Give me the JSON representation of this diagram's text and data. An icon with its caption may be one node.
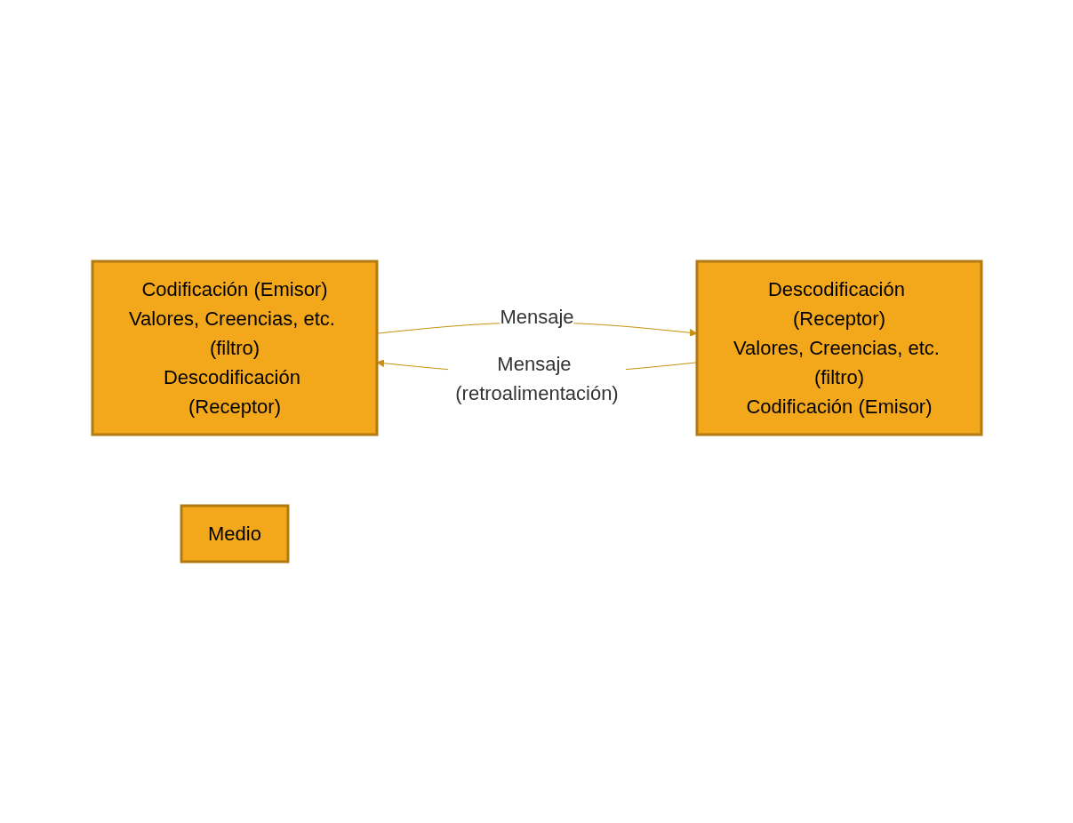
{
  "diagram": {
    "nodes": [
      {
        "text": [
          "Codificación (Emisor)",
          "Valores, Creencias, etc. (filtro)",
          "Descodificación (Receptor)"
        ]
      },
      {
        "text": [
          "Medio"
        ]
      },
      {
        "text": [
          "Descodificación (Receptor)",
          "Valores, Creencias, etc. (filtro)",
          "Codificación (Emisor)"
        ]
      }
    ],
    "edges": [
      {
        "from": 0,
        "to": 2,
        "arrow": "to",
        "label": "Mensaje"
      },
      {
        "from": 2,
        "to": 0,
        "arrow": "to",
        "label": "Mensaje (retroalimentación)"
      }
    ]
  }
}
